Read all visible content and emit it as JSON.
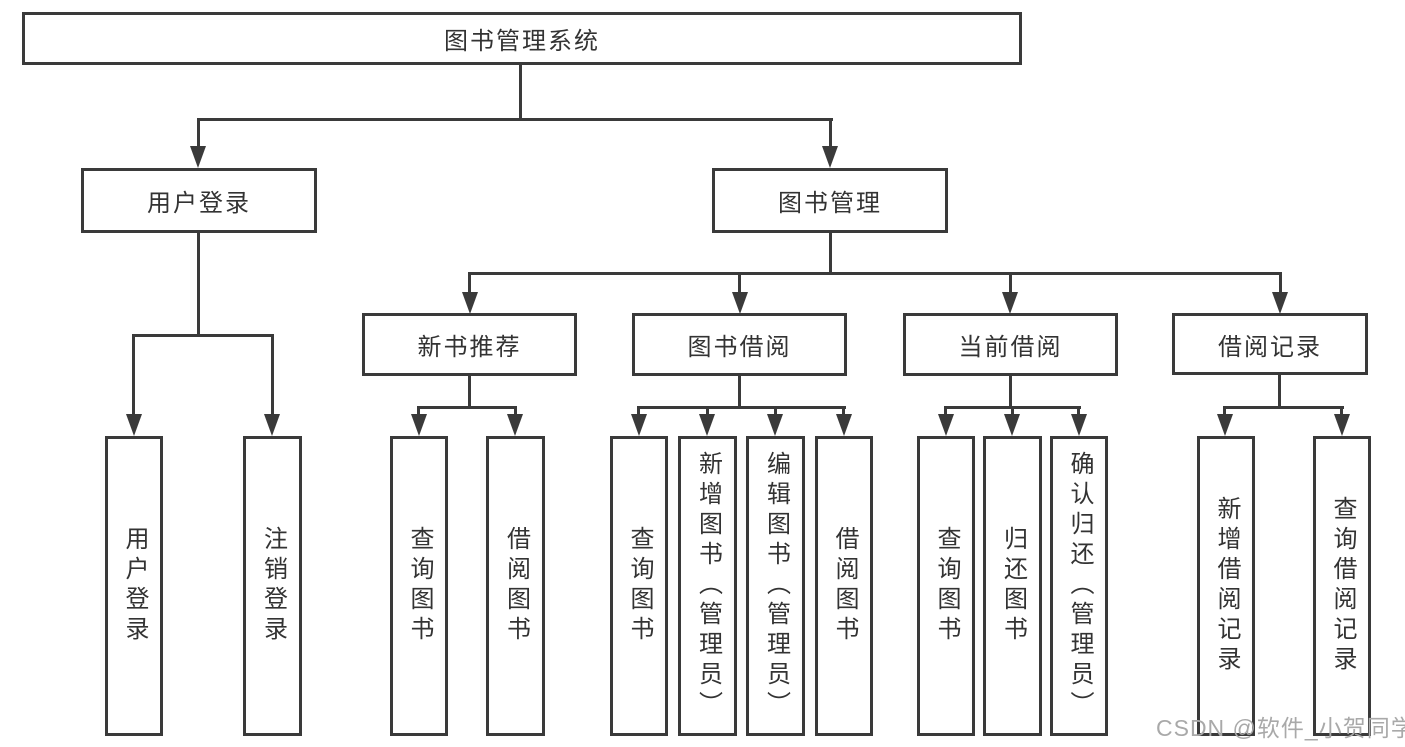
{
  "nodes": {
    "root": {
      "label": "图书管理系统"
    },
    "level2": {
      "user_login": {
        "label": "用户登录"
      },
      "book_management": {
        "label": "图书管理"
      }
    },
    "level3": {
      "new_book_recommend": {
        "label": "新书推荐"
      },
      "book_borrowing": {
        "label": "图书借阅"
      },
      "current_borrowing": {
        "label": "当前借阅"
      },
      "borrowing_records": {
        "label": "借阅记录"
      }
    },
    "leaves": {
      "user_login": {
        "label": "用户登录"
      },
      "logout_login": {
        "label": "注销登录"
      },
      "recommend_query_book": {
        "label": "查询图书"
      },
      "recommend_borrow_book": {
        "label": "借阅图书"
      },
      "borrowing_query_book": {
        "label": "查询图书"
      },
      "borrowing_add_book_admin": {
        "label": "新增图书（管理员）"
      },
      "borrowing_edit_book_admin": {
        "label": "编辑图书（管理员）"
      },
      "borrowing_borrow_book": {
        "label": "借阅图书"
      },
      "current_query_book": {
        "label": "查询图书"
      },
      "current_return_book": {
        "label": "归还图书"
      },
      "current_confirm_return_admin": {
        "label": "确认归还（管理员）"
      },
      "records_add_record": {
        "label": "新增借阅记录"
      },
      "records_query_record": {
        "label": "查询借阅记录"
      }
    }
  },
  "watermark": {
    "text": "CSDN @软件_小贺同学"
  },
  "colors": {
    "background": "#ffffff",
    "line": "#3a3a3a",
    "box_border": "#3a3a3a",
    "box_fill": "#ffffff",
    "text": "#333333",
    "watermark": "#a9a9a9"
  }
}
